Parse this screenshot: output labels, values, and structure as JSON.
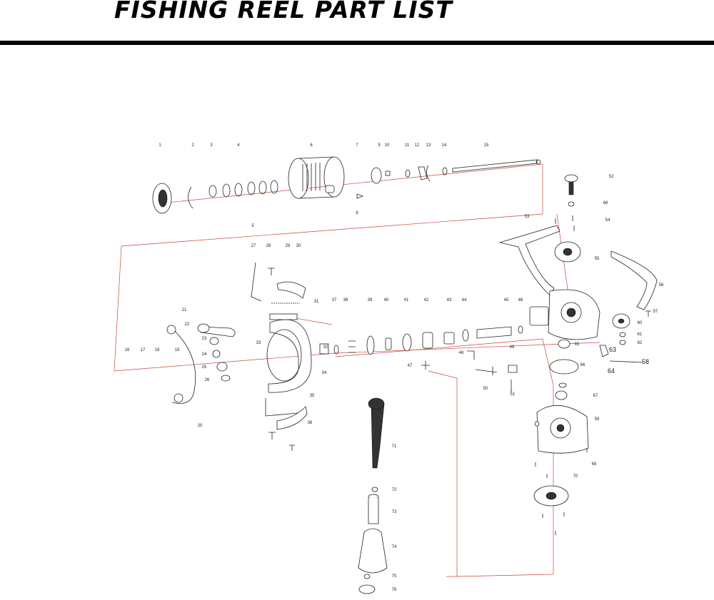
{
  "header": {
    "title": "FISHING REEL PART LIST"
  },
  "part_labels": [
    "1",
    "2",
    "3",
    "4",
    "5",
    "6",
    "7",
    "8",
    "9",
    "10",
    "11",
    "12",
    "13",
    "14",
    "15",
    "16",
    "17",
    "18",
    "19",
    "20",
    "21",
    "22",
    "23",
    "24",
    "25",
    "26",
    "27",
    "28",
    "29",
    "30",
    "31",
    "32",
    "33",
    "34",
    "35",
    "36",
    "37",
    "38",
    "39",
    "40",
    "41",
    "42",
    "43",
    "44",
    "45",
    "46",
    "47",
    "48",
    "49",
    "50",
    "51",
    "52",
    "53",
    "54",
    "55",
    "56",
    "57",
    "58",
    "59",
    "60",
    "61",
    "62",
    "63",
    "64",
    "65",
    "66",
    "67",
    "68",
    "69",
    "70",
    "71",
    "72",
    "73",
    "74",
    "75",
    "76"
  ],
  "colors": {
    "ink": "#222222",
    "leader_red": "#c8483c",
    "background": "#ffffff"
  }
}
